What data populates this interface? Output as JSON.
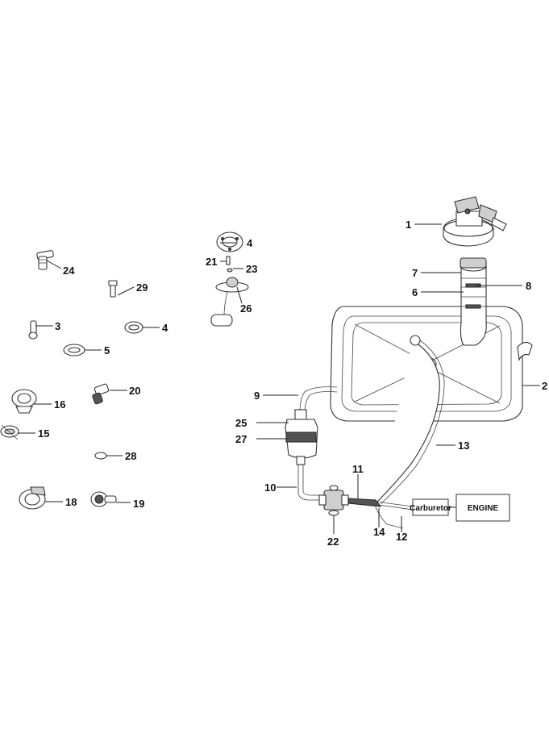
{
  "labels": {
    "p1": "1",
    "p2": "2",
    "p3": "3",
    "p4a": "4",
    "p4b": "4",
    "p5": "5",
    "p6": "6",
    "p7": "7",
    "p8": "8",
    "p9": "9",
    "p10": "10",
    "p11": "11",
    "p12": "12",
    "p13": "13",
    "p14": "14",
    "p15": "15",
    "p16": "16",
    "p18": "18",
    "p19": "19",
    "p20": "20",
    "p21": "21",
    "p22": "22",
    "p23": "23",
    "p24": "24",
    "p25": "25",
    "p26": "26",
    "p27": "27",
    "p28": "28",
    "p29": "29"
  },
  "boxes": {
    "carburetor": "Carburetor",
    "engine": "ENGINE"
  }
}
